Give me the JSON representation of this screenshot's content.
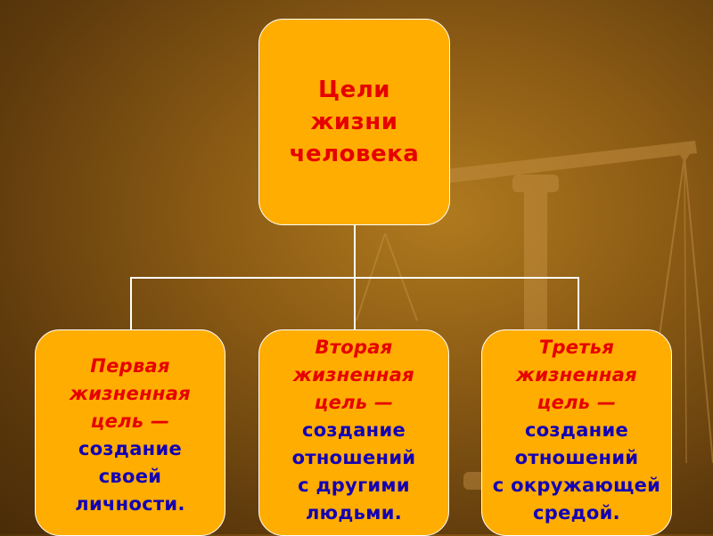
{
  "diagram": {
    "root": {
      "lines": [
        "Цели",
        "жизни",
        "человека"
      ]
    },
    "children": [
      {
        "heading": [
          "Первая",
          "жизненная",
          "цель —"
        ],
        "body": [
          "создание",
          "своей",
          "личности."
        ]
      },
      {
        "heading": [
          "Вторая",
          "жизненная",
          "цель —"
        ],
        "body": [
          "создание",
          "отношений",
          "с другими",
          "людьми."
        ]
      },
      {
        "heading": [
          "Третья",
          "жизненная",
          "цель —"
        ],
        "body": [
          "создание",
          "отношений",
          "с окружающей",
          "средой."
        ]
      }
    ]
  },
  "colors": {
    "box_fill": "#ffad00",
    "heading_text": "#e60000",
    "body_text": "#1400b4",
    "connector": "#ffffff"
  },
  "background": {
    "illustration": "balance-scale-icon"
  }
}
